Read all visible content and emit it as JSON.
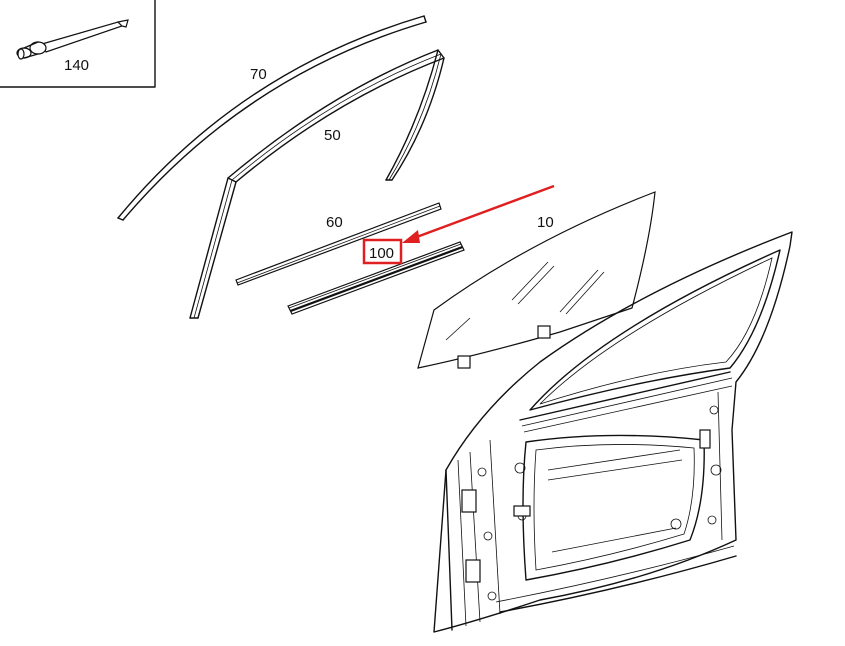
{
  "callouts": {
    "p140": "140",
    "p70": "70",
    "p50": "50",
    "p60": "60",
    "p10": "10",
    "p100": "100"
  },
  "highlight": {
    "part": "100",
    "color": "#e02020"
  },
  "colors": {
    "line": "#111111",
    "background": "#ffffff"
  }
}
